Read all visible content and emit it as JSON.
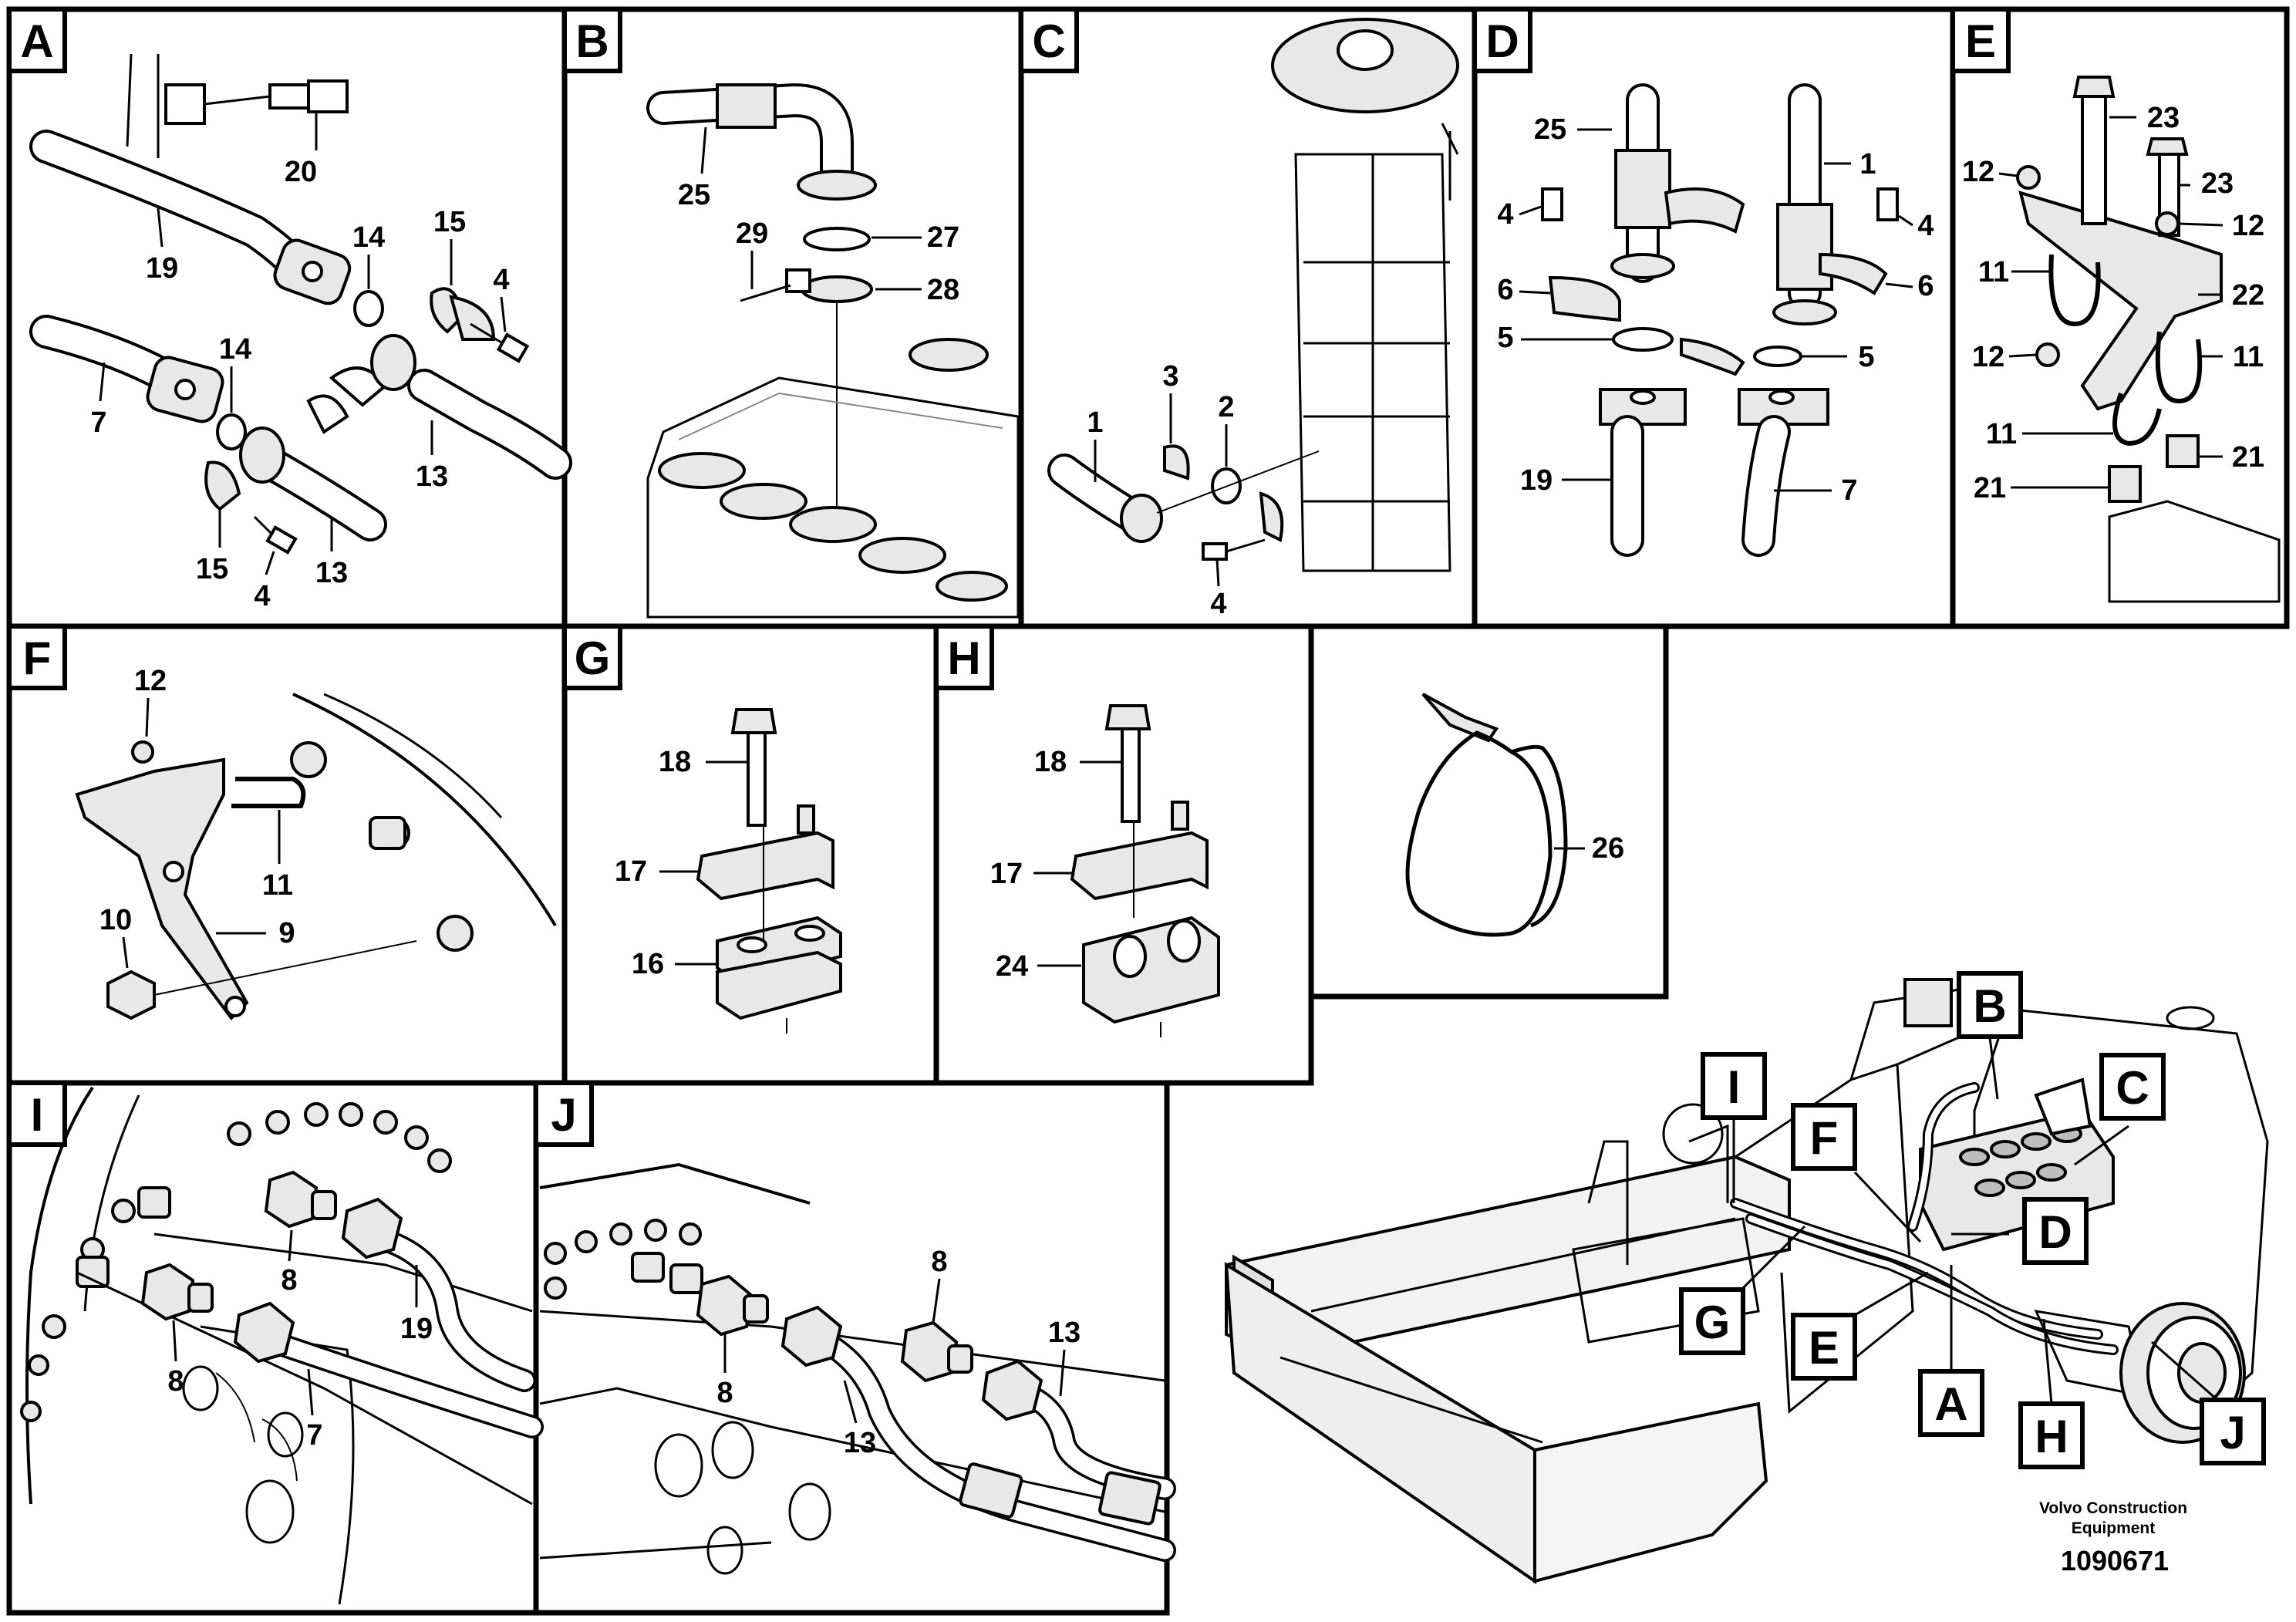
{
  "panels": {
    "A": {
      "label": "A",
      "callouts": [
        "20",
        "19",
        "14",
        "15",
        "4",
        "14",
        "7",
        "13",
        "15",
        "4",
        "13"
      ]
    },
    "B": {
      "label": "B",
      "callouts": [
        "25",
        "29",
        "27",
        "28"
      ]
    },
    "C": {
      "label": "C",
      "callouts": [
        "1",
        "3",
        "2",
        "4"
      ]
    },
    "D": {
      "label": "D",
      "callouts": [
        "25",
        "1",
        "4",
        "4",
        "6",
        "6",
        "5",
        "5",
        "19",
        "7"
      ]
    },
    "E": {
      "label": "E",
      "callouts": [
        "23",
        "12",
        "23",
        "12",
        "11",
        "22",
        "12",
        "11",
        "11",
        "21",
        "21"
      ]
    },
    "F": {
      "label": "F",
      "callouts": [
        "12",
        "11",
        "10",
        "9"
      ]
    },
    "G": {
      "label": "G",
      "callouts": [
        "18",
        "17",
        "16"
      ]
    },
    "H": {
      "label": "H",
      "callouts": [
        "18",
        "17",
        "24"
      ]
    },
    "K": {
      "callouts": [
        "26"
      ]
    },
    "I": {
      "label": "I",
      "callouts": [
        "8",
        "19",
        "8",
        "7"
      ]
    },
    "J": {
      "label": "J",
      "callouts": [
        "8",
        "13",
        "8",
        "13"
      ]
    }
  },
  "overview": {
    "labels": [
      "B",
      "C",
      "I",
      "F",
      "D",
      "G",
      "E",
      "A",
      "H",
      "J"
    ]
  },
  "footer": {
    "brand_line1": "Volvo Construction",
    "brand_line2": "Equipment",
    "drawing_number": "1090671"
  }
}
